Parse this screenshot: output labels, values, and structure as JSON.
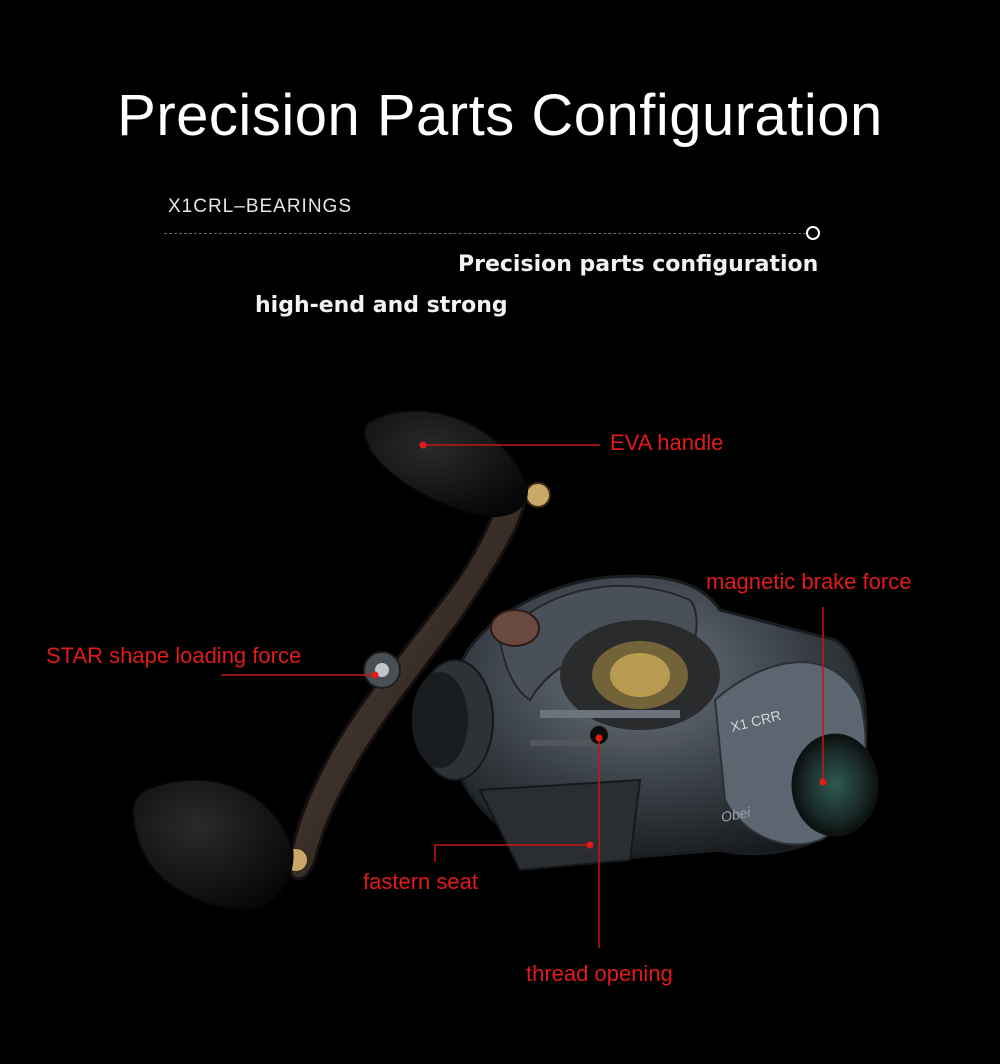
{
  "header": {
    "title": "Precision Parts Configuration",
    "tag": "X1CRL–BEARINGS",
    "subtitle_1": "Precision parts configuration",
    "subtitle_2": "high-end and strong"
  },
  "product": {
    "brand_mark": "X1 CRR",
    "logo_text": "Obei"
  },
  "callouts": {
    "eva_handle": "EVA handle",
    "magnetic_brake": "magnetic brake  force",
    "star_shape": "STAR shape loading force",
    "fastern_seat": "fastern seat",
    "thread_opening": "thread opening"
  },
  "colors": {
    "background": "#000000",
    "callout": "#e11a1a",
    "heading": "#ffffff"
  }
}
